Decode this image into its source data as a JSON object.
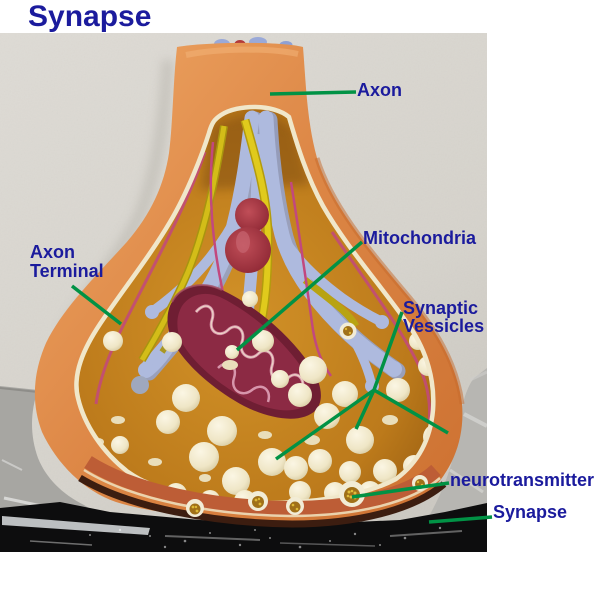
{
  "title": "Synapse",
  "labels": {
    "axon": "Axon",
    "mitochondria": "Mitochondria",
    "axon_terminal": {
      "line1": "Axon",
      "line2": "Terminal"
    },
    "synaptic_vessicles": {
      "line1": "Synaptic",
      "line2": "Vessicles"
    },
    "neurotransmitter": "neurotransmitter",
    "synapse": "Synapse"
  },
  "colors": {
    "label_text": "#1b1b9d",
    "leader_line": "#019245",
    "model_shell": "#db8544",
    "model_interior": "#c8821f",
    "vesicle_cream": "#efe6c6",
    "mitochondria_maroon": "#7d2238",
    "filament_blue": "#aebade",
    "tube_yellow": "#ddc61d",
    "band_salmon": "#bd5d36",
    "wall_grey": "#d9d6d0",
    "table_black": "#0d0d0e"
  }
}
